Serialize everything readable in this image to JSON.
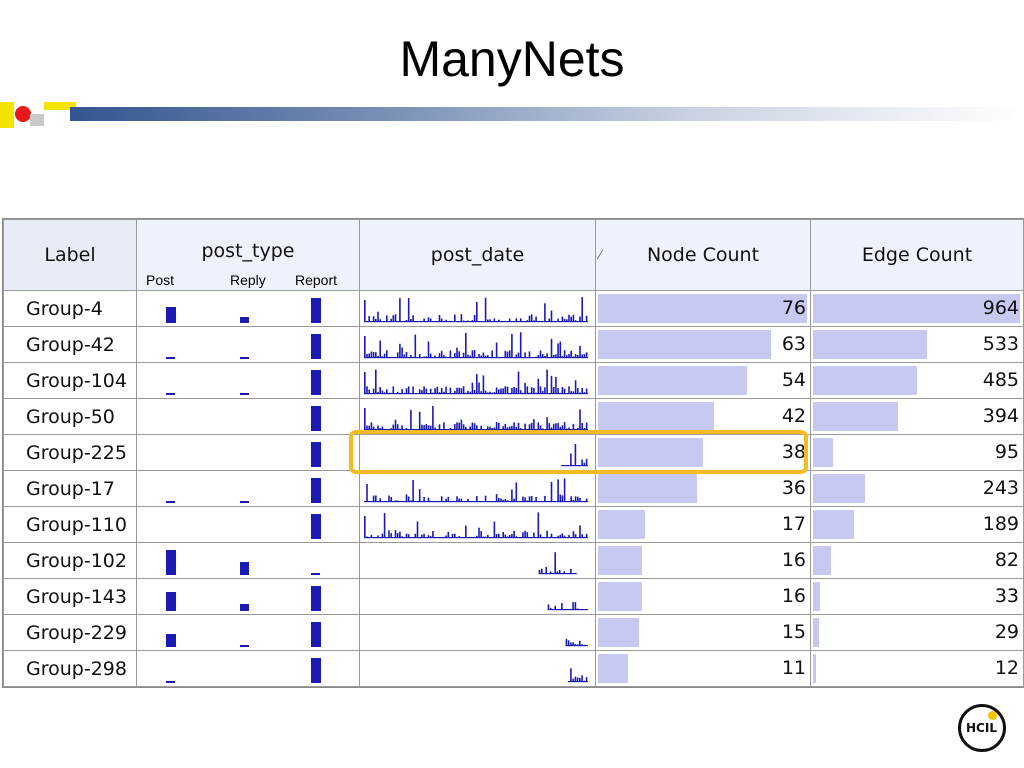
{
  "slide": {
    "title": "ManyNets"
  },
  "table": {
    "headers": {
      "label": "Label",
      "post_type": "post_type",
      "post_type_sub": [
        "Post",
        "Reply",
        "Report"
      ],
      "post_date": "post_date",
      "node_count": "Node Count",
      "edge_count": "Edge Count"
    },
    "colors": {
      "bar": "#1b1bb4",
      "fill": "#c7c9f0",
      "highlight": "#f4bb25"
    },
    "node_max": 76,
    "edge_max": 964,
    "rows": [
      {
        "label": "Group-4",
        "post_type": [
          0.55,
          0.2,
          0.85
        ],
        "node": 76,
        "edge": 964,
        "date_seed": 1,
        "date_span": [
          0.0,
          1.0
        ],
        "date_density": 0.6,
        "selected": false
      },
      {
        "label": "Group-42",
        "post_type": [
          0.05,
          0.05,
          0.85
        ],
        "node": 63,
        "edge": 533,
        "date_seed": 2,
        "date_span": [
          0.0,
          1.0
        ],
        "date_density": 0.8,
        "selected": false
      },
      {
        "label": "Group-104",
        "post_type": [
          0.05,
          0.05,
          0.85
        ],
        "node": 54,
        "edge": 485,
        "date_seed": 3,
        "date_span": [
          0.0,
          1.0
        ],
        "date_density": 0.85,
        "selected": false
      },
      {
        "label": "Group-50",
        "post_type": [
          0,
          0,
          0.85
        ],
        "node": 42,
        "edge": 394,
        "date_seed": 4,
        "date_span": [
          0.0,
          1.0
        ],
        "date_density": 0.75,
        "selected": false
      },
      {
        "label": "Group-225",
        "post_type": [
          0,
          0,
          0.85
        ],
        "node": 38,
        "edge": 95,
        "date_seed": 5,
        "date_span": [
          0.88,
          1.0
        ],
        "date_density": 0.5,
        "selected": true
      },
      {
        "label": "Group-17",
        "post_type": [
          0.05,
          0.05,
          0.85
        ],
        "node": 36,
        "edge": 243,
        "date_seed": 6,
        "date_span": [
          0.0,
          1.0
        ],
        "date_density": 0.55,
        "selected": false
      },
      {
        "label": "Group-110",
        "post_type": [
          0,
          0,
          0.85
        ],
        "node": 17,
        "edge": 189,
        "date_seed": 7,
        "date_span": [
          0.0,
          1.0
        ],
        "date_density": 0.65,
        "selected": false
      },
      {
        "label": "Group-102",
        "post_type": [
          0.85,
          0.45,
          0.05
        ],
        "node": 16,
        "edge": 82,
        "date_seed": 8,
        "date_span": [
          0.78,
          0.95
        ],
        "date_density": 0.5,
        "selected": false
      },
      {
        "label": "Group-143",
        "post_type": [
          0.65,
          0.25,
          0.85
        ],
        "node": 16,
        "edge": 33,
        "date_seed": 9,
        "date_span": [
          0.82,
          1.0
        ],
        "date_density": 0.55,
        "selected": false
      },
      {
        "label": "Group-229",
        "post_type": [
          0.45,
          0.05,
          0.85
        ],
        "node": 15,
        "edge": 29,
        "date_seed": 10,
        "date_span": [
          0.9,
          1.0
        ],
        "date_density": 0.6,
        "selected": false
      },
      {
        "label": "Group-298",
        "post_type": [
          0.05,
          0,
          0.85
        ],
        "node": 11,
        "edge": 12,
        "date_seed": 11,
        "date_span": [
          0.91,
          1.0
        ],
        "date_density": 0.9,
        "selected": false
      }
    ]
  },
  "logo": {
    "text": "HCIL"
  }
}
